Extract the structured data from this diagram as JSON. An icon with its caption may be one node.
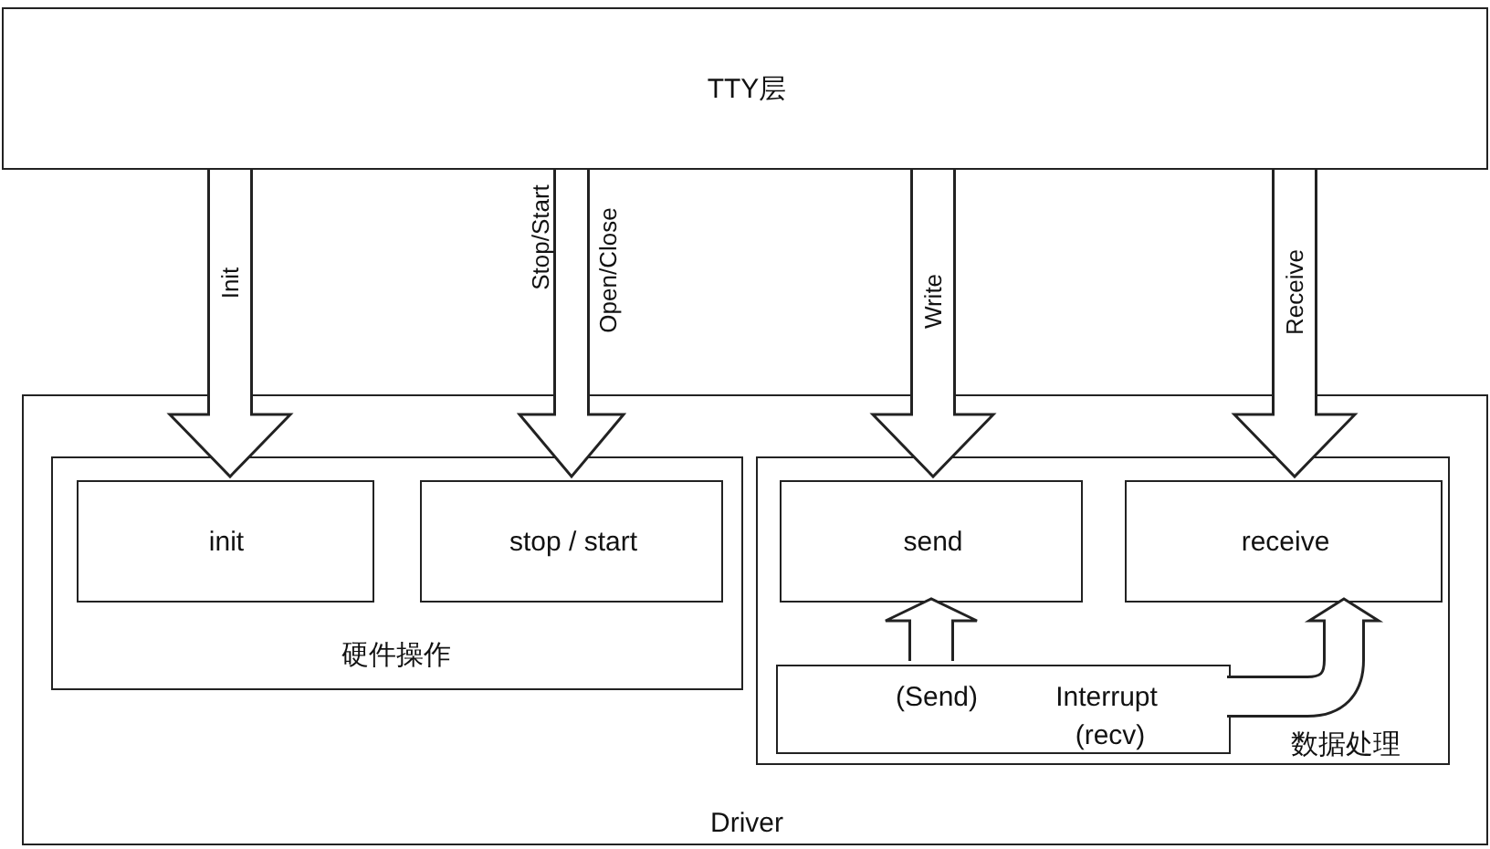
{
  "diagram": {
    "nodes": [
      {
        "text": [
          "TTY层"
        ]
      },
      {
        "text": [
          "Driver"
        ]
      },
      {
        "text": [
          "硬件操作"
        ],
        "in": 1
      },
      {
        "text": [
          "init"
        ],
        "in": 2
      },
      {
        "text": [
          "stop / start"
        ],
        "in": 2
      },
      {
        "text": [
          "数据处理"
        ],
        "in": 1
      },
      {
        "text": [
          "send"
        ],
        "in": 5
      },
      {
        "text": [
          "receive"
        ],
        "in": 5
      },
      {
        "text": [
          "(Send)",
          "Interrupt",
          "(recv)"
        ],
        "in": 5
      }
    ],
    "edges": [
      {
        "from": 0,
        "to": 3,
        "arrow": "to",
        "label": "Init"
      },
      {
        "from": 0,
        "to": 4,
        "arrow": "to",
        "label": "Stop/Start"
      },
      {
        "from": 0,
        "to": 6,
        "arrow": "to",
        "label": "Write"
      },
      {
        "from": 0,
        "to": 7,
        "arrow": "to",
        "label": "Receive"
      },
      {
        "from": 8,
        "to": 6,
        "arrow": "to"
      },
      {
        "from": 8,
        "to": 7,
        "arrow": "to"
      }
    ],
    "labels": [
      "Open/Close"
    ]
  }
}
